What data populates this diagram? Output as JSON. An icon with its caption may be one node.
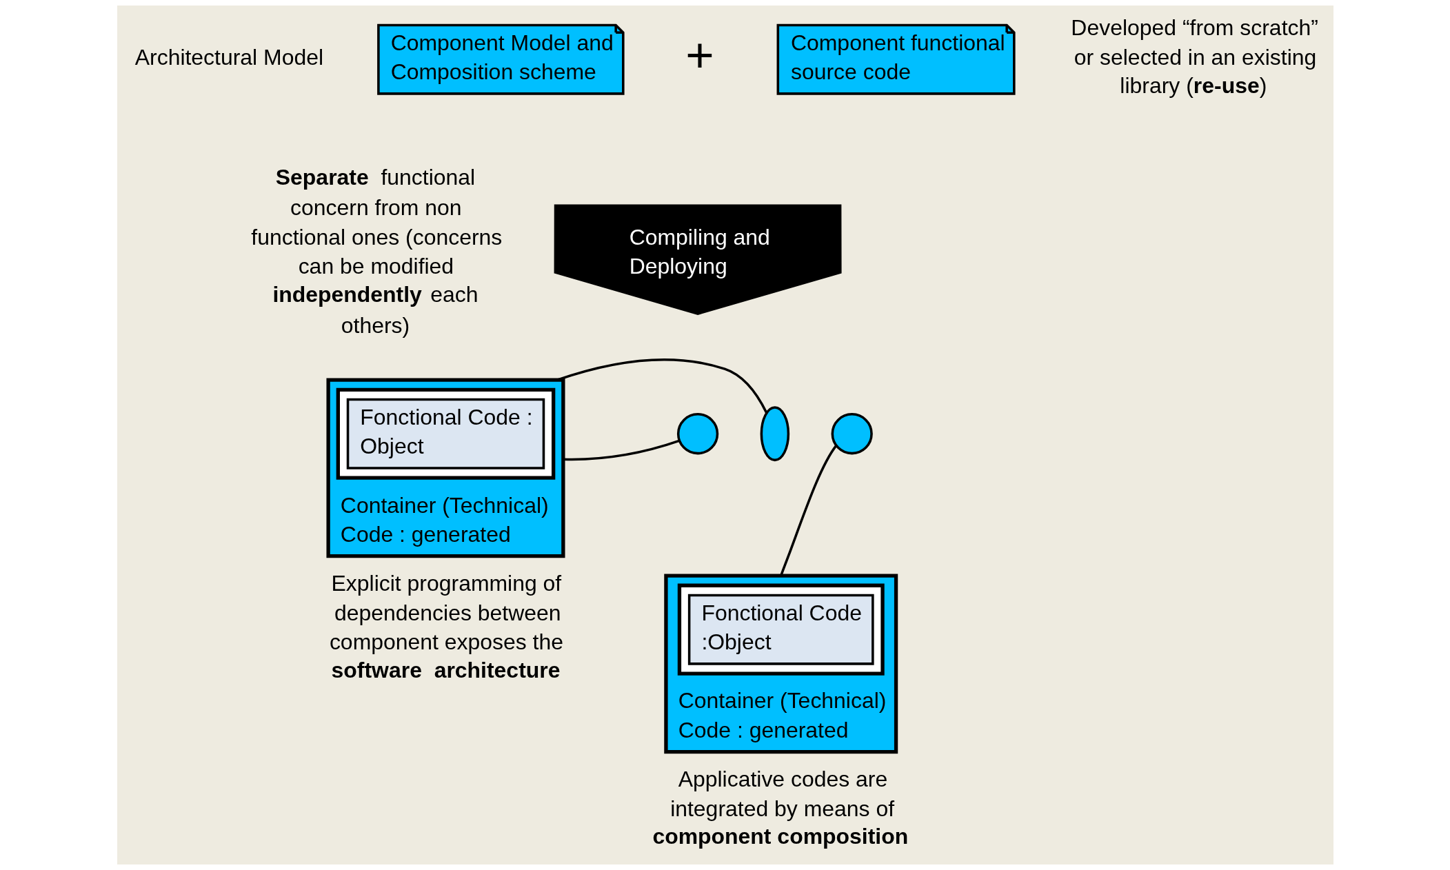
{
  "diagram": {
    "nodes": [
      {
        "text": [
          "Component Model and Composition scheme"
        ]
      },
      {
        "text": [
          "Component functional source code"
        ]
      },
      {
        "text": [
          "Compiling and Deploying"
        ]
      },
      {
        "text": [
          "Container (Technical) Code : generated"
        ]
      },
      {
        "text": [],
        "shape": "box",
        "in": 3
      },
      {
        "text": [
          "Fonctional Code : Object"
        ],
        "in": 4
      },
      {
        "text": [
          "Container (Technical) Code : generated"
        ]
      },
      {
        "text": [],
        "shape": "box",
        "in": 6
      },
      {
        "text": [
          "Fonctional Code :Object"
        ],
        "in": 7
      },
      {
        "text": [],
        "shape": "circle"
      },
      {
        "text": [],
        "shape": "arc"
      },
      {
        "text": [],
        "shape": "circle"
      }
    ],
    "edges": [
      {
        "from": 9,
        "to": 3,
        "arrow": "none"
      },
      {
        "from": 3,
        "to": 10,
        "arrow": "none"
      },
      {
        "from": 11,
        "to": 6,
        "arrow": "none"
      }
    ],
    "labels": [
      "Architectural Model",
      "+",
      "Developed “from scratch” or selected in an existing library (**re-use**)",
      "**Separate**  functional concern from non functional ones (concerns can be modified **independently** each others)",
      "Explicit programming of dependencies between component exposes the **software  architecture**",
      "Applicative codes are integrated by means of **component composition**"
    ]
  }
}
